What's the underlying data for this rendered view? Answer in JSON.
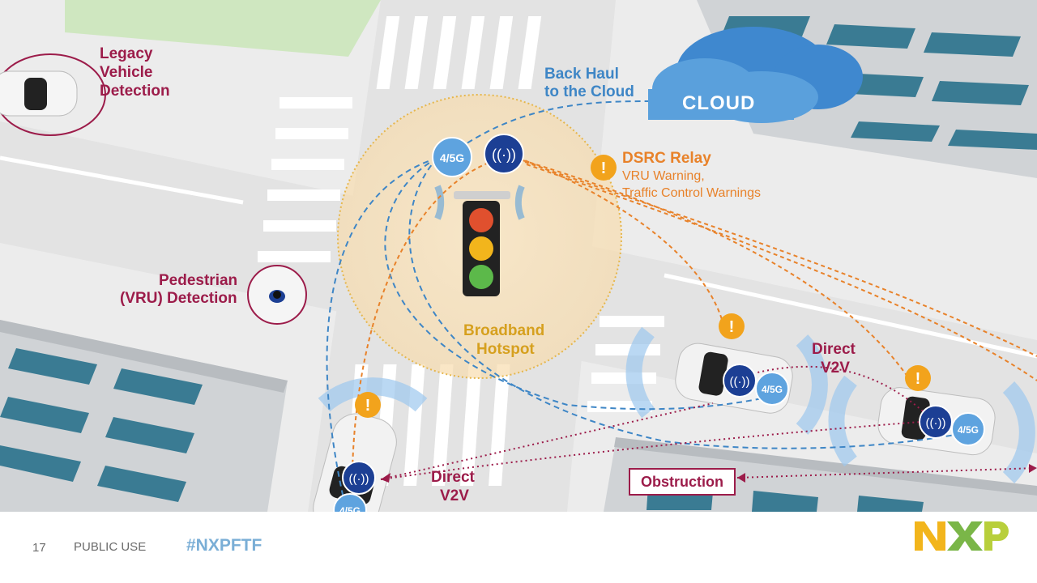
{
  "labels": {
    "legacy_line1": "Legacy",
    "legacy_line2": "Vehicle",
    "legacy_line3": "Detection",
    "ped_line1": "Pedestrian",
    "ped_line2": "(VRU) Detection",
    "backhaul_line1": "Back Haul",
    "backhaul_line2": "to the Cloud",
    "cloud": "CLOUD",
    "dsrc_title": "DSRC Relay",
    "dsrc_sub1": "VRU Warning,",
    "dsrc_sub2": "Traffic Control Warnings",
    "hotspot_line1": "Broadband",
    "hotspot_line2": "Hotspot",
    "v2v_a_line1": "Direct",
    "v2v_a_line2": "V2V",
    "v2v_b_line1": "Direct",
    "v2v_b_line2": "V2V",
    "obstruction": "Obstruction",
    "badge_45g": "4/5G",
    "warning": "!"
  },
  "footer": {
    "slide_number": "17",
    "classification": "PUBLIC USE",
    "hashtag": "#NXPFTF",
    "logo": "NXP"
  },
  "colors": {
    "maroon": "#9c1c4a",
    "blue_dash": "#3e86c6",
    "orange": "#e8822a",
    "gold": "#d6a01e",
    "navy_badge": "#1c3f94",
    "light_badge": "#5ea3df",
    "cloud": "#5aa0dc"
  },
  "icons": [
    "car-icon",
    "pedestrian-icon",
    "traffic-light-icon",
    "antenna-icon",
    "warning-icon",
    "cloud-icon",
    "nxp-logo"
  ]
}
